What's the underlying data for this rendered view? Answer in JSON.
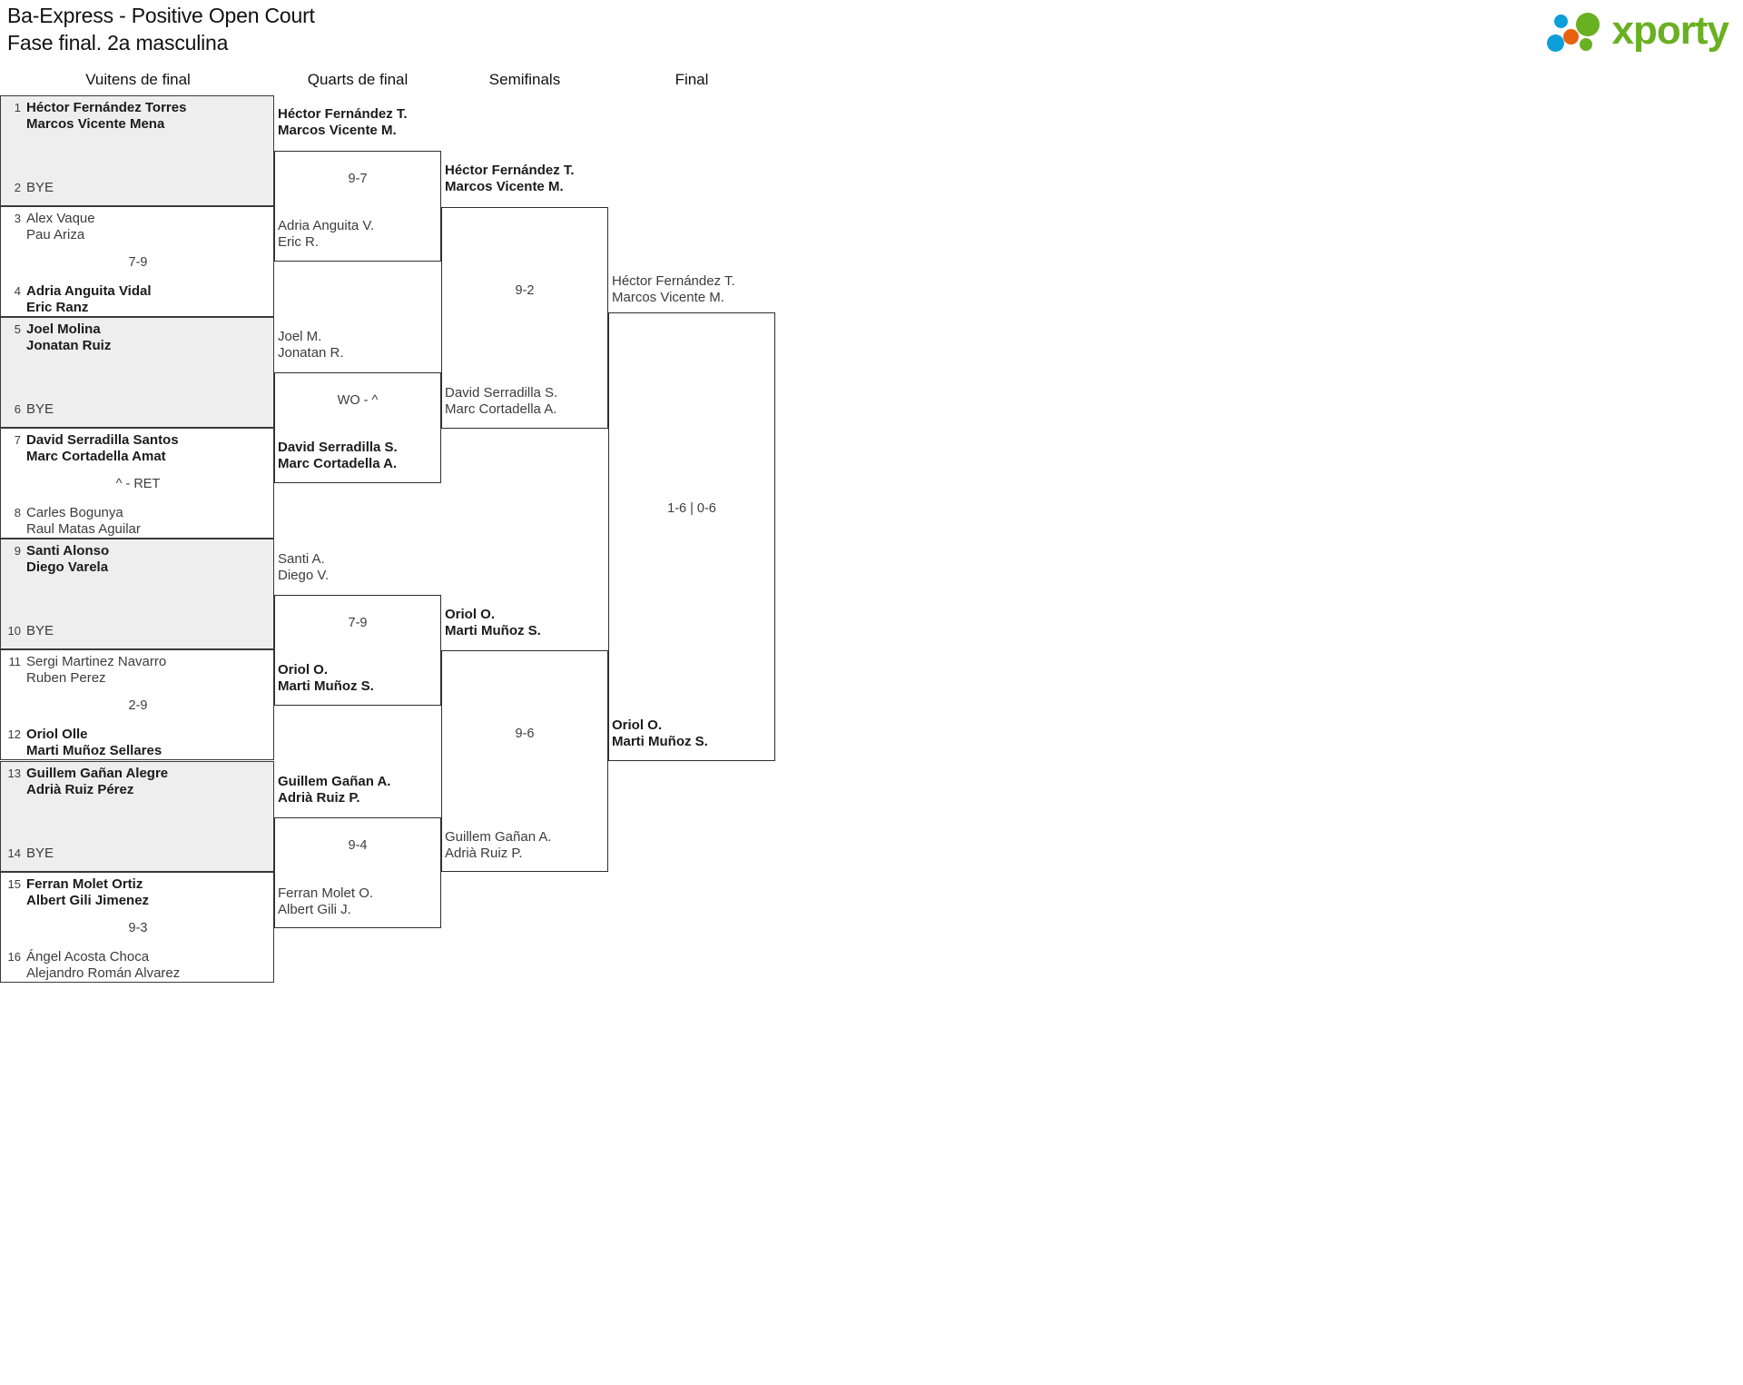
{
  "header": {
    "title_line1": "Ba-Express - Positive Open Court",
    "title_line2": "Fase final. 2a masculina",
    "logo_text": "xporty",
    "logo_colors": {
      "green": "#6ab023",
      "blue": "#0c9fd9",
      "orange": "#e8610c"
    }
  },
  "rounds": [
    {
      "key": "r16",
      "label": "Vuitens de final"
    },
    {
      "key": "qf",
      "label": "Quarts de final"
    },
    {
      "key": "sf",
      "label": "Semifinals"
    },
    {
      "key": "f",
      "label": "Final"
    }
  ],
  "round16": {
    "matches": [
      {
        "shaded": true,
        "score": "",
        "top": {
          "seed": "1",
          "name1": "Héctor Fernández Torres",
          "name2": "Marcos Vicente Mena",
          "winner": true
        },
        "bottom": {
          "seed": "2",
          "name1": "BYE",
          "name2": "",
          "winner": false
        }
      },
      {
        "shaded": false,
        "score": "7-9",
        "top": {
          "seed": "3",
          "name1": "Alex Vaque",
          "name2": "Pau Ariza",
          "winner": false
        },
        "bottom": {
          "seed": "4",
          "name1": "Adria Anguita Vidal",
          "name2": "Eric Ranz",
          "winner": true
        }
      },
      {
        "shaded": true,
        "score": "",
        "top": {
          "seed": "5",
          "name1": "Joel Molina",
          "name2": "Jonatan Ruiz",
          "winner": true
        },
        "bottom": {
          "seed": "6",
          "name1": "BYE",
          "name2": "",
          "winner": false
        }
      },
      {
        "shaded": false,
        "score": "^ - RET",
        "top": {
          "seed": "7",
          "name1": "David Serradilla Santos",
          "name2": "Marc Cortadella Amat",
          "winner": true
        },
        "bottom": {
          "seed": "8",
          "name1": "Carles Bogunya",
          "name2": "Raul Matas Aguilar",
          "winner": false
        }
      },
      {
        "shaded": true,
        "score": "",
        "top": {
          "seed": "9",
          "name1": "Santi Alonso",
          "name2": "Diego Varela",
          "winner": true
        },
        "bottom": {
          "seed": "10",
          "name1": "BYE",
          "name2": "",
          "winner": false
        }
      },
      {
        "shaded": false,
        "score": "2-9",
        "top": {
          "seed": "11",
          "name1": "Sergi Martinez Navarro",
          "name2": "Ruben Perez",
          "winner": false
        },
        "bottom": {
          "seed": "12",
          "name1": "Oriol Olle",
          "name2": "Marti Muñoz Sellares",
          "winner": true
        }
      },
      {
        "shaded": true,
        "score": "",
        "top": {
          "seed": "13",
          "name1": "Guillem Gañan Alegre",
          "name2": "Adrià Ruiz Pérez",
          "winner": true
        },
        "bottom": {
          "seed": "14",
          "name1": "BYE",
          "name2": "",
          "winner": false
        }
      },
      {
        "shaded": false,
        "score": "9-3",
        "top": {
          "seed": "15",
          "name1": "Ferran Molet Ortiz",
          "name2": "Albert Gili Jimenez",
          "winner": true
        },
        "bottom": {
          "seed": "16",
          "name1": "Ángel Acosta Choca",
          "name2": "Alejandro Román Alvarez",
          "winner": false
        }
      }
    ]
  },
  "quarterfinals": {
    "matches": [
      {
        "score": "9-7",
        "top": {
          "name1": "Héctor Fernández T.",
          "name2": "Marcos Vicente M.",
          "winner": true
        },
        "bottom": {
          "name1": "Adria Anguita V.",
          "name2": "Eric R.",
          "winner": false
        }
      },
      {
        "score": "WO - ^",
        "top": {
          "name1": "Joel M.",
          "name2": "Jonatan R.",
          "winner": false
        },
        "bottom": {
          "name1": "David Serradilla S.",
          "name2": "Marc Cortadella A.",
          "winner": true
        }
      },
      {
        "score": "7-9",
        "top": {
          "name1": "Santi A.",
          "name2": "Diego V.",
          "winner": false
        },
        "bottom": {
          "name1": "Oriol O.",
          "name2": "Marti Muñoz S.",
          "winner": true
        }
      },
      {
        "score": "9-4",
        "top": {
          "name1": "Guillem Gañan A.",
          "name2": "Adrià Ruiz P.",
          "winner": true
        },
        "bottom": {
          "name1": "Ferran Molet O.",
          "name2": "Albert Gili J.",
          "winner": false
        }
      }
    ]
  },
  "semifinals": {
    "matches": [
      {
        "score": "9-2",
        "top": {
          "name1": "Héctor Fernández T.",
          "name2": "Marcos Vicente M.",
          "winner": true
        },
        "bottom": {
          "name1": "David Serradilla S.",
          "name2": "Marc Cortadella A.",
          "winner": false
        }
      },
      {
        "score": "9-6",
        "top": {
          "name1": "Oriol O.",
          "name2": "Marti Muñoz S.",
          "winner": true
        },
        "bottom": {
          "name1": "Guillem Gañan A.",
          "name2": "Adrià Ruiz P.",
          "winner": false
        }
      }
    ]
  },
  "final": {
    "matches": [
      {
        "score": "1-6 | 0-6",
        "top": {
          "name1": "Héctor Fernández T.",
          "name2": "Marcos Vicente M.",
          "winner": false
        },
        "bottom": {
          "name1": "Oriol O.",
          "name2": "Marti Muñoz S.",
          "winner": true
        }
      }
    ]
  }
}
